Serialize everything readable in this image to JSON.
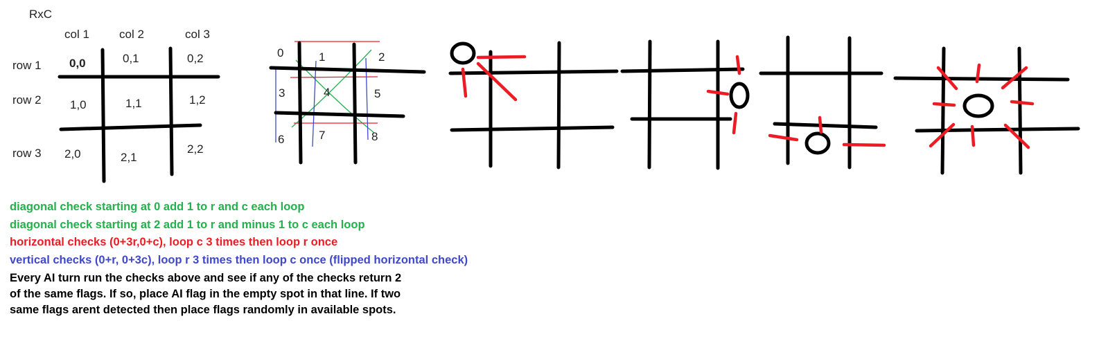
{
  "colors": {
    "green": "#22b14c",
    "red": "#ed1c24",
    "blue": "#3f48cc",
    "black": "#000000"
  },
  "grid1": {
    "title": "RxC",
    "col_headers": [
      "col 1",
      "col 2",
      "col 3"
    ],
    "row_headers": [
      "row 1",
      "row 2",
      "row 3"
    ],
    "cells": [
      [
        "0,0",
        "0,1",
        "0,2"
      ],
      [
        "1,0",
        "1,1",
        "1,2"
      ],
      [
        "2,0",
        "2,1",
        "2,2"
      ]
    ]
  },
  "grid2": {
    "indices": [
      "0",
      "1",
      "2",
      "3",
      "4",
      "5",
      "6",
      "7",
      "8"
    ]
  },
  "notes": {
    "green1": "diagonal check starting at 0 add 1 to r and c each loop",
    "green2": "diagonal check starting at 2 add 1 to r and minus 1 to c each loop",
    "red": "horizontal checks (0+3r,0+c), loop c 3 times then loop r once",
    "blue": "vertical checks (0+r, 0+3c), loop r 3 times then loop c once (flipped horizontal check)",
    "black_lines": [
      "Every AI turn run the checks above and see if any of the checks return 2",
      "of the same flags. If so, place AI flag in the empty spot in that line. If two",
      "same flags arent detected then place flags randomly in available spots."
    ]
  }
}
